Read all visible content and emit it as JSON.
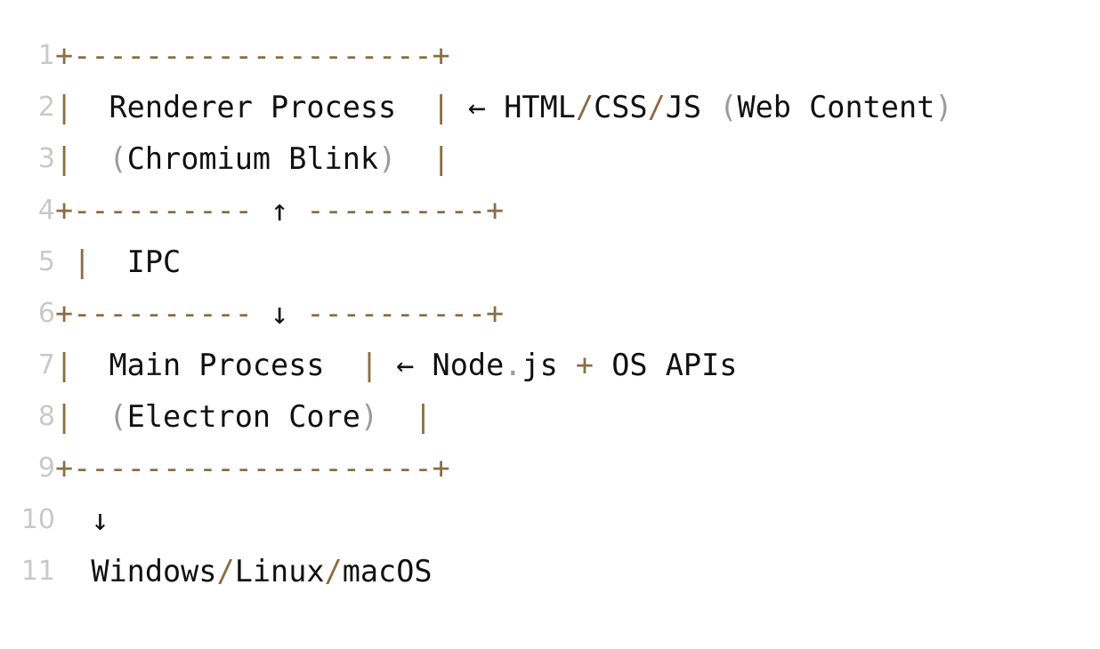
{
  "view": {
    "kind": "code-block",
    "background": "#ffffff",
    "gutter_color": "#c9c9c9",
    "punct_color": "#8a6d44",
    "paren_color": "#9b9b9b",
    "text_color": "#111111",
    "total_lines": 11
  },
  "lines": [
    {
      "number": "1",
      "text": "+--------------------+",
      "tokens": [
        {
          "t": "+--------------------+",
          "c": "punct"
        }
      ]
    },
    {
      "number": "2",
      "text": "|  Renderer Process  | ← HTML/CSS/JS (Web Content)",
      "tokens": [
        {
          "t": "|",
          "c": "punct"
        },
        {
          "t": "  Renderer Process  ",
          "c": "plain"
        },
        {
          "t": "|",
          "c": "punct"
        },
        {
          "t": " ",
          "c": "plain"
        },
        {
          "t": "←",
          "c": "arrow"
        },
        {
          "t": " HTML",
          "c": "plain"
        },
        {
          "t": "/",
          "c": "punct"
        },
        {
          "t": "CSS",
          "c": "plain"
        },
        {
          "t": "/",
          "c": "punct"
        },
        {
          "t": "JS ",
          "c": "plain"
        },
        {
          "t": "(",
          "c": "paren"
        },
        {
          "t": "Web Content",
          "c": "plain"
        },
        {
          "t": ")",
          "c": "paren"
        }
      ]
    },
    {
      "number": "3",
      "text": "|  (Chromium Blink)  |",
      "tokens": [
        {
          "t": "|",
          "c": "punct"
        },
        {
          "t": "  ",
          "c": "plain"
        },
        {
          "t": "(",
          "c": "paren"
        },
        {
          "t": "Chromium Blink",
          "c": "plain"
        },
        {
          "t": ")",
          "c": "paren"
        },
        {
          "t": "  ",
          "c": "plain"
        },
        {
          "t": "|",
          "c": "punct"
        }
      ]
    },
    {
      "number": "4",
      "text": "+---------- ↑ ----------+",
      "tokens": [
        {
          "t": "+----------",
          "c": "punct"
        },
        {
          "t": " ↑ ",
          "c": "arrow"
        },
        {
          "t": "----------+",
          "c": "punct"
        }
      ]
    },
    {
      "number": "5",
      "text": " |  IPC",
      "tokens": [
        {
          "t": " ",
          "c": "plain"
        },
        {
          "t": "|",
          "c": "punct"
        },
        {
          "t": "  IPC",
          "c": "plain"
        }
      ]
    },
    {
      "number": "6",
      "text": "+---------- ↓ ----------+",
      "tokens": [
        {
          "t": "+----------",
          "c": "punct"
        },
        {
          "t": " ↓ ",
          "c": "arrow"
        },
        {
          "t": "----------+",
          "c": "punct"
        }
      ]
    },
    {
      "number": "7",
      "text": "|  Main Process  | ← Node.js + OS APIs",
      "tokens": [
        {
          "t": "|",
          "c": "punct"
        },
        {
          "t": "  Main Process  ",
          "c": "plain"
        },
        {
          "t": "|",
          "c": "punct"
        },
        {
          "t": " ",
          "c": "plain"
        },
        {
          "t": "←",
          "c": "arrow"
        },
        {
          "t": " Node",
          "c": "plain"
        },
        {
          "t": ".",
          "c": "paren"
        },
        {
          "t": "js ",
          "c": "plain"
        },
        {
          "t": "+",
          "c": "punct"
        },
        {
          "t": " OS APIs",
          "c": "plain"
        }
      ]
    },
    {
      "number": "8",
      "text": "|  (Electron Core)  |",
      "tokens": [
        {
          "t": "|",
          "c": "punct"
        },
        {
          "t": "  ",
          "c": "plain"
        },
        {
          "t": "(",
          "c": "paren"
        },
        {
          "t": "Electron Core",
          "c": "plain"
        },
        {
          "t": ")",
          "c": "paren"
        },
        {
          "t": "  ",
          "c": "plain"
        },
        {
          "t": "|",
          "c": "punct"
        }
      ]
    },
    {
      "number": "9",
      "text": "+--------------------+",
      "tokens": [
        {
          "t": "+--------------------+",
          "c": "punct"
        }
      ]
    },
    {
      "number": "10",
      "text": "  ↓",
      "tokens": [
        {
          "t": "  ↓",
          "c": "arrow"
        }
      ]
    },
    {
      "number": "11",
      "text": "  Windows/Linux/macOS",
      "tokens": [
        {
          "t": "  Windows",
          "c": "plain"
        },
        {
          "t": "/",
          "c": "punct"
        },
        {
          "t": "Linux",
          "c": "plain"
        },
        {
          "t": "/",
          "c": "punct"
        },
        {
          "t": "macOS",
          "c": "plain"
        }
      ]
    }
  ]
}
